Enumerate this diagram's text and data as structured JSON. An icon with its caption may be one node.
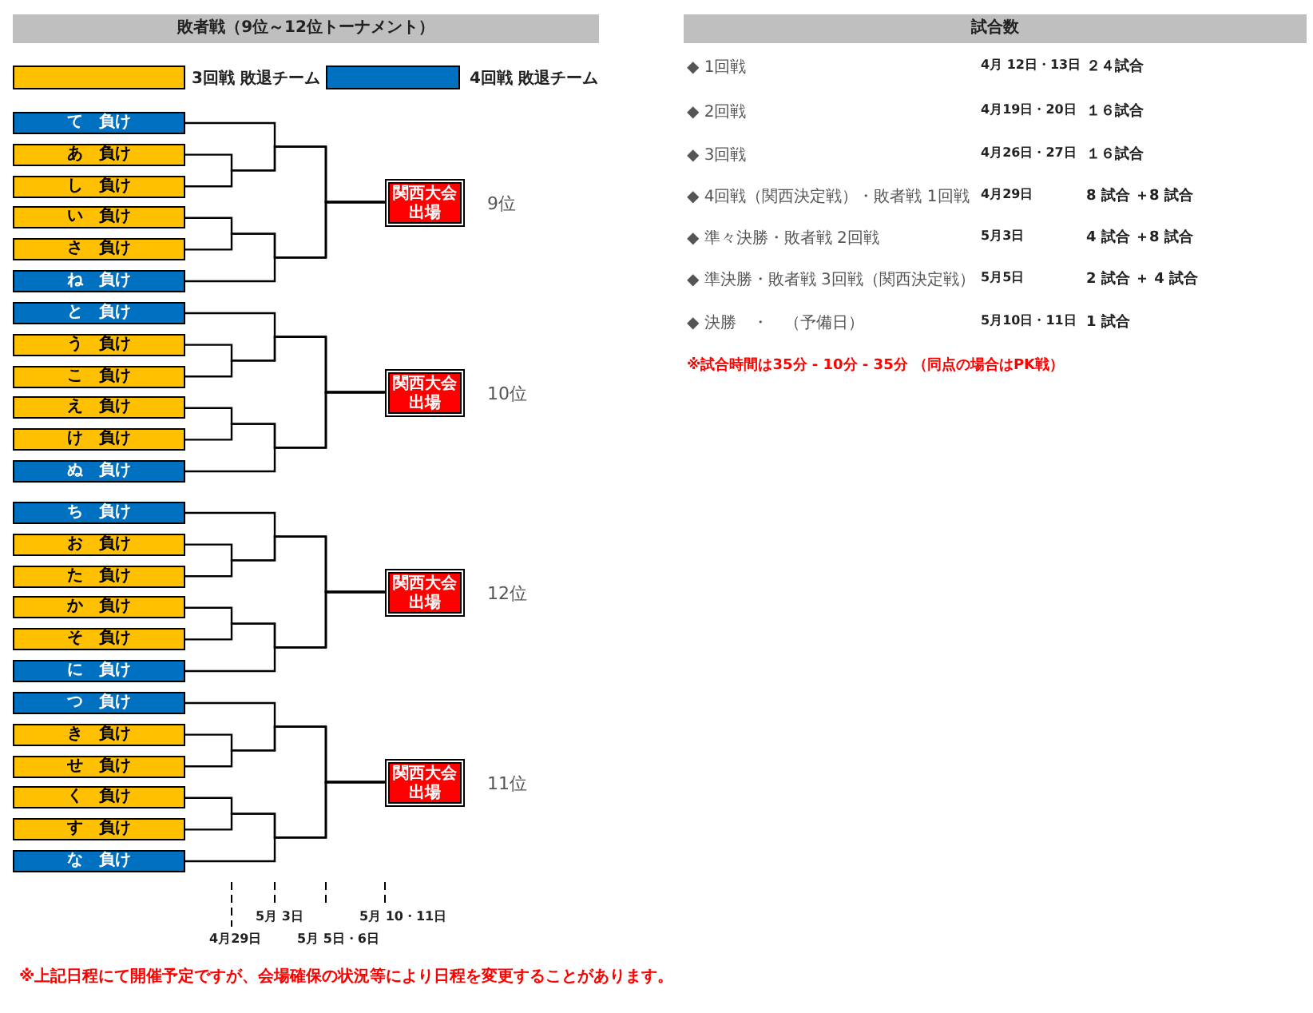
{
  "diagram": {
    "title": "敗者戦（9位～12位トーナメント）",
    "nodes": [
      {
        "text": [
          "て　負け"
        ]
      },
      {
        "text": [
          "あ　負け"
        ]
      },
      {
        "text": [
          "し　負け"
        ]
      },
      {
        "text": [
          "い　負け"
        ]
      },
      {
        "text": [
          "さ　負け"
        ]
      },
      {
        "text": [
          "ね　負け"
        ]
      },
      {
        "text": [
          "関西大会出場"
        ],
        "beside": [
          "9位"
        ]
      },
      {
        "text": [
          "と　負け"
        ]
      },
      {
        "text": [
          "う　負け"
        ]
      },
      {
        "text": [
          "こ　負け"
        ]
      },
      {
        "text": [
          "え　負け"
        ]
      },
      {
        "text": [
          "け　負け"
        ]
      },
      {
        "text": [
          "ぬ　負け"
        ]
      },
      {
        "text": [
          "関西大会出場"
        ],
        "beside": [
          "10位"
        ]
      },
      {
        "text": [
          "ち　負け"
        ]
      },
      {
        "text": [
          "お　負け"
        ]
      },
      {
        "text": [
          "た　負け"
        ]
      },
      {
        "text": [
          "か　負け"
        ]
      },
      {
        "text": [
          "そ　負け"
        ]
      },
      {
        "text": [
          "に　負け"
        ]
      },
      {
        "text": [
          "関西大会出場"
        ],
        "beside": [
          "12位"
        ]
      },
      {
        "text": [
          "つ　負け"
        ]
      },
      {
        "text": [
          "き　負け"
        ]
      },
      {
        "text": [
          "せ　負け"
        ]
      },
      {
        "text": [
          "く　負け"
        ]
      },
      {
        "text": [
          "す　負け"
        ]
      },
      {
        "text": [
          "な　負け"
        ]
      },
      {
        "text": [
          "関西大会出場"
        ],
        "beside": [
          "11位"
        ]
      }
    ],
    "edges": [
      {
        "from": 0,
        "to": 6,
        "arrow": "none"
      },
      {
        "from": 1,
        "to": 6,
        "arrow": "none"
      },
      {
        "from": 2,
        "to": 6,
        "arrow": "none"
      },
      {
        "from": 3,
        "to": 6,
        "arrow": "none"
      },
      {
        "from": 4,
        "to": 6,
        "arrow": "none"
      },
      {
        "from": 5,
        "to": 6,
        "arrow": "none"
      },
      {
        "from": 7,
        "to": 13,
        "arrow": "none"
      },
      {
        "from": 8,
        "to": 13,
        "arrow": "none"
      },
      {
        "from": 9,
        "to": 13,
        "arrow": "none"
      },
      {
        "from": 10,
        "to": 13,
        "arrow": "none"
      },
      {
        "from": 11,
        "to": 13,
        "arrow": "none"
      },
      {
        "from": 12,
        "to": 13,
        "arrow": "none"
      },
      {
        "from": 14,
        "to": 20,
        "arrow": "none"
      },
      {
        "from": 15,
        "to": 20,
        "arrow": "none"
      },
      {
        "from": 16,
        "to": 20,
        "arrow": "none"
      },
      {
        "from": 17,
        "to": 20,
        "arrow": "none"
      },
      {
        "from": 18,
        "to": 20,
        "arrow": "none"
      },
      {
        "from": 19,
        "to": 20,
        "arrow": "none"
      },
      {
        "from": 21,
        "to": 27,
        "arrow": "none"
      },
      {
        "from": 22,
        "to": 27,
        "arrow": "none"
      },
      {
        "from": 23,
        "to": 27,
        "arrow": "none"
      },
      {
        "from": 24,
        "to": 27,
        "arrow": "none"
      },
      {
        "from": 25,
        "to": 27,
        "arrow": "none"
      },
      {
        "from": 26,
        "to": 27,
        "arrow": "none"
      }
    ],
    "labels": [
      "試合数",
      "◆ 1回戦",
      "4月 12日・13日",
      "２４試合",
      "◆ 2回戦",
      "4月19日・20日",
      "１６試合",
      "◆ 3回戦",
      "4月26日・27日",
      "１６試合",
      "◆ 4回戦（関西決定戦）・敗者戦 1回戦",
      "4月29日",
      "8 試合 ＋8 試合",
      "◆ 準々決勝・敗者戦 2回戦",
      "5月3日",
      "4 試合 ＋8 試合",
      "◆ 準決勝・敗者戦 3回戦（関西決定戦）",
      "5月5日",
      "2 試合 ＋ 4 試合",
      "◆ 決勝　・　（予備日）",
      "5月10日・11日",
      "1 試合",
      "※試合時間は35分 - 10分 - 35分 （同点の場合はPK戦）",
      "5月 3日",
      "5月 10・11日",
      "4月29日",
      "5月 5日・6日",
      "※上記日程にて開催予定ですが、会場確保の状況等により日程を変更することがあります。"
    ],
    "legend": [
      {
        "text": "3回戦 敗退チーム",
        "color": "#ffc000"
      },
      {
        "text": "4回戦 敗退チーム",
        "color": "#0070c0"
      }
    ]
  }
}
